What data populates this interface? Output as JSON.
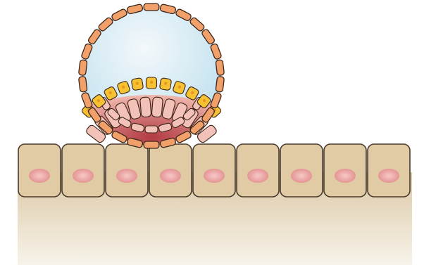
{
  "figure": {
    "labels": [],
    "colors": {
      "background": "#ffffff",
      "cavity_light": "#f3f8fb",
      "cavity_blue": "#bfe0ee",
      "outer_cell_fill": "#f2a06a",
      "outer_cell_stroke": "#3a2418",
      "yellow_cell_fill": "#f6c233",
      "pink_cell_fill": "#f2c2b8",
      "inner_mass": "#c9474f",
      "epithelium_fill": "#e1cba4",
      "epithelium_stroke": "#4a3b2d",
      "nucleus_fill": "#e08a8a",
      "tissue_top": "#ddc9a6",
      "tissue_bottom": "#f7f3ea"
    },
    "parts": {
      "outer_layer_cells": 26,
      "yellow_layer_cells": 11,
      "pink_inner_cells": 12,
      "epithelial_cells": 9
    }
  }
}
